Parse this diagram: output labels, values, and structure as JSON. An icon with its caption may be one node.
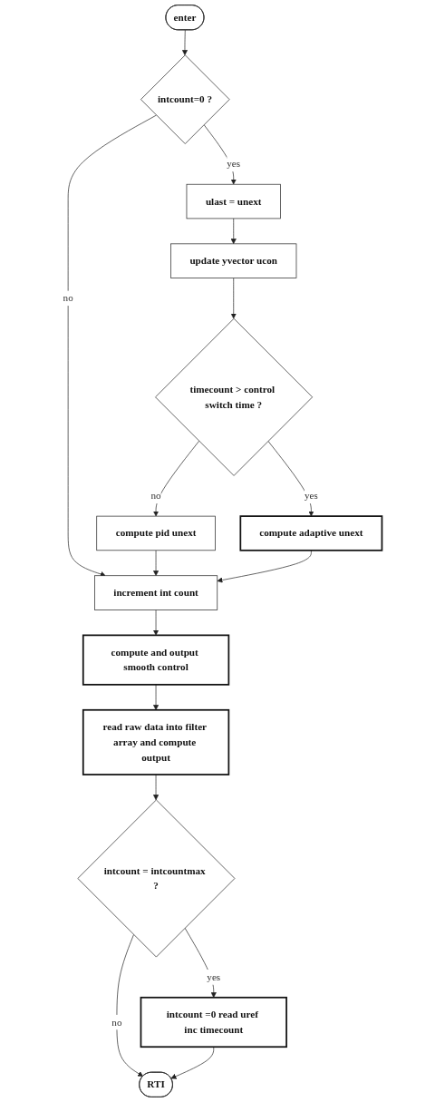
{
  "diagram": {
    "nodes": [
      {
        "text": [
          "enter"
        ]
      },
      {
        "text": [
          "intcount=0 ?"
        ]
      },
      {
        "text": [
          "ulast = unext"
        ]
      },
      {
        "text": [
          "update yvector ucon"
        ]
      },
      {
        "text": [
          "timecount > control switch time ?"
        ]
      },
      {
        "text": [
          "compute pid unext"
        ]
      },
      {
        "text": [
          "compute adaptive unext"
        ]
      },
      {
        "text": [
          "increment int count"
        ]
      },
      {
        "text": [
          "compute and output smooth control"
        ]
      },
      {
        "text": [
          "read raw data into filter array and compute output"
        ]
      },
      {
        "text": [
          "intcount = intcountmax ?"
        ]
      },
      {
        "text": [
          "intcount =0 read uref inc timecount"
        ]
      },
      {
        "text": [
          "RTI"
        ]
      }
    ],
    "edges": [
      {
        "from": 0,
        "to": 1,
        "arrow": "to"
      },
      {
        "from": 1,
        "to": 2,
        "arrow": "to",
        "label": "yes"
      },
      {
        "from": 1,
        "to": 7,
        "arrow": "to",
        "label": "no"
      },
      {
        "from": 2,
        "to": 3,
        "arrow": "to"
      },
      {
        "from": 3,
        "to": 4,
        "arrow": "to"
      },
      {
        "from": 4,
        "to": 5,
        "arrow": "to",
        "label": "no"
      },
      {
        "from": 4,
        "to": 6,
        "arrow": "to",
        "label": "yes"
      },
      {
        "from": 5,
        "to": 7,
        "arrow": "to"
      },
      {
        "from": 6,
        "to": 7,
        "arrow": "to"
      },
      {
        "from": 7,
        "to": 8,
        "arrow": "to"
      },
      {
        "from": 8,
        "to": 9,
        "arrow": "to"
      },
      {
        "from": 9,
        "to": 10,
        "arrow": "to"
      },
      {
        "from": 10,
        "to": 11,
        "arrow": "to",
        "label": "yes"
      },
      {
        "from": 10,
        "to": 12,
        "arrow": "to",
        "label": "no"
      },
      {
        "from": 11,
        "to": 12,
        "arrow": "to"
      }
    ]
  }
}
